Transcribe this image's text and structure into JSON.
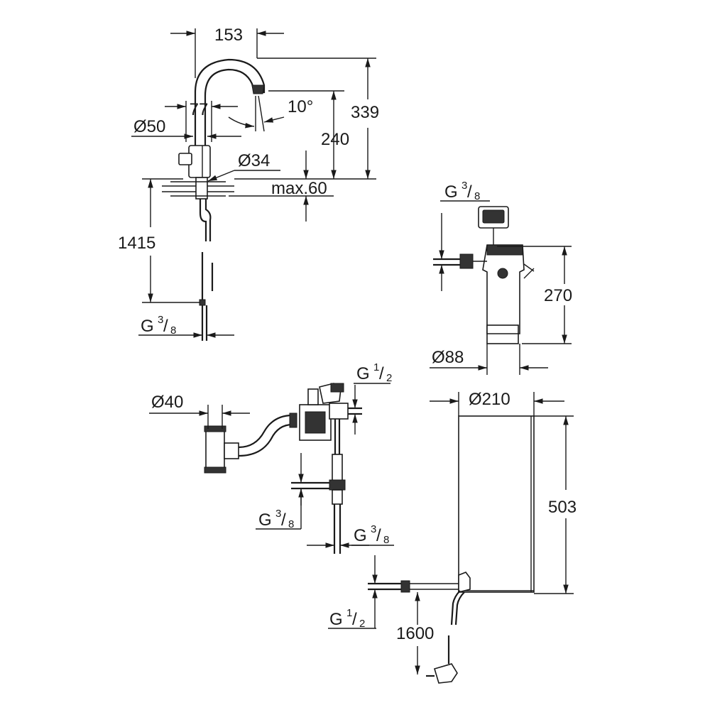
{
  "faucet": {
    "width_label": "153",
    "spout_offset_label": "77",
    "angle_label": "10°",
    "body_diameter_label": "Ø50",
    "hole_diameter_label": "Ø34",
    "spout_height_label": "240",
    "total_height_label": "339",
    "deck_thickness_label": "max.60",
    "hose_length_label": "1415",
    "connection_label": {
      "g": "G",
      "sup": "3",
      "sub": "8"
    }
  },
  "filter": {
    "connection_label": {
      "g": "G",
      "sup": "3",
      "sub": "8"
    },
    "height_label": "270",
    "diameter_label": "Ø88"
  },
  "valve_assembly": {
    "pipe_diameter_label": "Ø40",
    "top_connection_label": {
      "g": "G",
      "sup": "1",
      "sub": "2"
    },
    "side_connection_label": {
      "g": "G",
      "sup": "3",
      "sub": "8"
    },
    "bottom_connection_label": {
      "g": "G",
      "sup": "3",
      "sub": "8"
    }
  },
  "boiler": {
    "diameter_label": "Ø210",
    "height_label": "503",
    "connection_label": {
      "g": "G",
      "sup": "1",
      "sub": "2"
    },
    "cable_length_label": "1600"
  }
}
